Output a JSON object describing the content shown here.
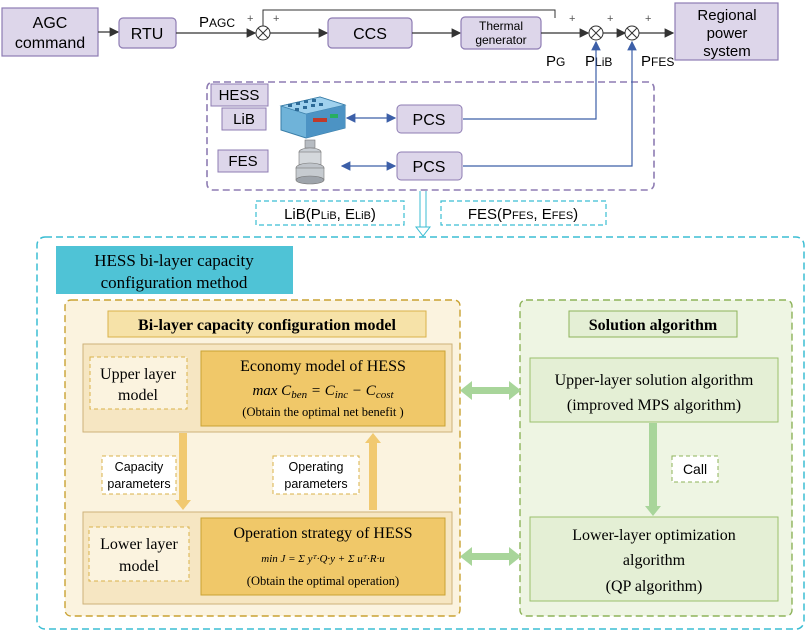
{
  "top": {
    "agc": [
      "AGC",
      "command"
    ],
    "rtu": "RTU",
    "p_agc": "PAGC",
    "ccs": "CCS",
    "thermal": [
      "Thermal",
      "generator"
    ],
    "regional": [
      "Regional",
      "power",
      "system"
    ],
    "pg": "PG",
    "plib": "PLiB",
    "pfes": "PFES",
    "plus": "+"
  },
  "hess": {
    "title": "HESS",
    "lib": "LiB",
    "fes": "FES",
    "pcs": "PCS"
  },
  "params": {
    "lib": "LiB(PLiB, ELiB)",
    "fes": "FES(PFES, EFES)"
  },
  "method": {
    "title": [
      "HESS bi-layer capacity",
      "configuration method"
    ],
    "model_title": "Bi-layer capacity configuration model",
    "upper_label": [
      "Upper layer",
      "model"
    ],
    "economy_title": "Economy model of HESS",
    "economy_formula": "max Cben = Cinc − Ccost",
    "economy_note": "(Obtain the optimal net benefit )",
    "capacity_params": [
      "Capacity",
      "parameters"
    ],
    "operating_params": [
      "Operating",
      "parameters"
    ],
    "lower_label": [
      "Lower layer",
      "model"
    ],
    "operation_title": "Operation strategy of HESS",
    "operation_formula": "min  J = Σ yᵀ·Q·y + Σ uᵀ·R·u",
    "operation_note": "(Obtain the optimal operation)",
    "solution_title": "Solution algorithm",
    "upper_solution": [
      "Upper-layer solution algorithm",
      "(improved MPS algorithm)"
    ],
    "call": "Call",
    "lower_solution": [
      "Lower-layer optimization",
      "algorithm",
      "(QP algorithm)"
    ]
  },
  "colors": {
    "purple_box": "#ddd6ea",
    "purple_border": "#8e7cb3",
    "teal": "#3bbdd3",
    "tan_bg": "#fbf3df",
    "tan_box": "#f6e6c2",
    "gold_box": "#f0c869",
    "green_bg": "#eef5e3",
    "green_box": "#e4efd5",
    "green_border": "#8db35a",
    "arrow_green": "#a8d59a",
    "arrow_gold": "#f1c970"
  }
}
